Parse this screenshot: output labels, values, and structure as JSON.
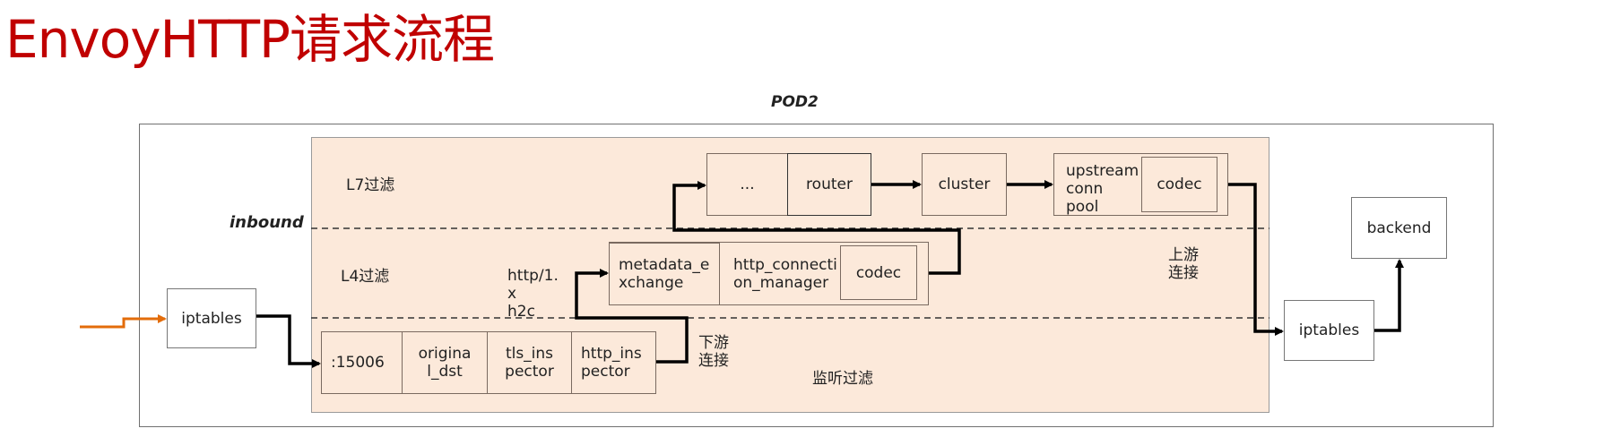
{
  "title": "EnvoyHTTP请求流程",
  "pod": {
    "label": "POD2",
    "inbound_label": "inbound"
  },
  "layers": {
    "l7": "L7过滤",
    "l4": "L4过滤",
    "listener": "监听过滤",
    "downstream": "下游\n连接",
    "upstream": "上游\n连接",
    "protocols": "http/1.\nx\nh2c"
  },
  "boxes": {
    "iptables_in": "iptables",
    "iptables_out": "iptables",
    "backend": "backend",
    "port": ":15006",
    "original_dst": "origina\nl_dst",
    "tls_inspector": "tls_ins\npector",
    "http_inspector": "http_ins\npector",
    "metadata_exchange": "metadata_e\nxchange",
    "http_connection_manager": "http_connecti\non_manager",
    "hcm_codec": "codec",
    "ellipsis": "...",
    "router": "router",
    "cluster": "cluster",
    "upstream_pool": "upstream\nconn\npool",
    "upstream_codec": "codec"
  },
  "colors": {
    "title": "#c00000",
    "inbound_fill": "#fce9da",
    "ingress_arrow": "#e36c0a",
    "flow_arrow": "#000000"
  }
}
